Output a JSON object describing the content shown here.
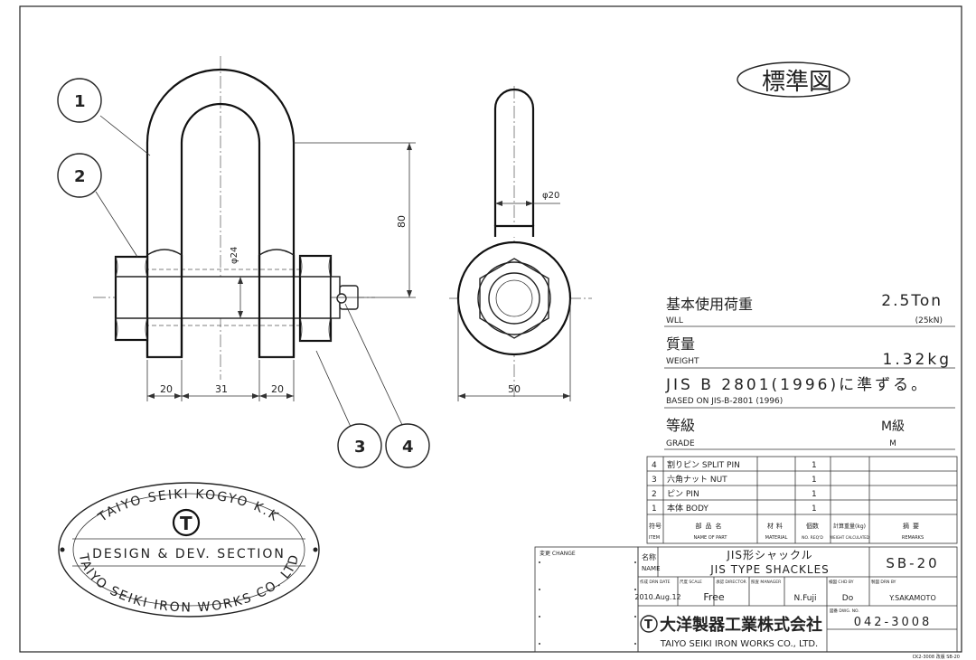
{
  "stamp": {
    "label": "標準図"
  },
  "callouts": [
    "1",
    "2",
    "3",
    "4"
  ],
  "dimensions": {
    "pin_dia": "φ24",
    "height": "80",
    "eye_dia": "φ20",
    "width_left": "20",
    "inner_width": "31",
    "width_right": "20",
    "side_width": "50"
  },
  "specs": {
    "wll_label_jp": "基本使用荷重",
    "wll_label_en": "WLL",
    "wll_value": "2.5Ton",
    "wll_sub": "(25kN)",
    "weight_label_jp": "質量",
    "weight_label_en": "WEIGHT",
    "weight_value": "1.32kg",
    "standard_jp": "JIS B 2801(1996)に準ずる。",
    "standard_en": "BASED ON JIS-B-2801 (1996)",
    "grade_label_jp": "等級",
    "grade_label_en": "GRADE",
    "grade_value_jp": "M級",
    "grade_value_en": "M"
  },
  "parts": [
    {
      "no": "4",
      "name": "割りピン SPLIT PIN",
      "qty": "1"
    },
    {
      "no": "3",
      "name": "六角ナット NUT",
      "qty": "1"
    },
    {
      "no": "2",
      "name": "ピン PIN",
      "qty": "1"
    },
    {
      "no": "1",
      "name": "本体 BODY",
      "qty": "1"
    }
  ],
  "parts_header": {
    "item_jp": "符号",
    "item_en": "ITEM",
    "name_jp": "部品名",
    "name_en": "NAME OF PART",
    "material_jp": "材料",
    "material_en": "MATERIAL",
    "qty_jp": "個数",
    "qty_en": "NO. REQ'D",
    "weight_jp": "計算重量(kg)",
    "weight_en": "WEIGHT CALCULATED",
    "remarks_jp": "摘要",
    "remarks_en": "REMARKS"
  },
  "title_block": {
    "change_label": "変更 CHANGE",
    "name_label_jp": "名称",
    "name_label_en": "NAME",
    "name_jp": "JIS形シャックル",
    "name_en": "JIS TYPE SHACKLES",
    "code": "SB-20",
    "date_label": "作成 DRN DATE",
    "date_value": "2010.Aug.12",
    "scale_label": "尺度 SCALE",
    "scale_value": "Free",
    "director_label": "承認 DIRECTOR",
    "manager_label": "照査 MANAGER",
    "manager_value": "N.Fuji",
    "checked_label": "検図 CHD BY",
    "checked_value": "Do",
    "drawn_label": "製図 DRN BY",
    "drawn_value": "Y.SAKAMOTO",
    "company_jp": "大洋製器工業株式会社",
    "company_en": "TAIYO SEIKI IRON WORKS CO., LTD.",
    "dwg_label": "図番 DWG. NO.",
    "dwg_no": "042-3008"
  },
  "seal": {
    "top": "TAIYO SEIKI KOGYO K.K",
    "middle": "DESIGN & DEV. SECTION",
    "bottom": "TAIYO SEIKI IRON WORKS CO. LTD",
    "logo": "T"
  },
  "footer_ref": "CK2-3008 改版 SB-20"
}
